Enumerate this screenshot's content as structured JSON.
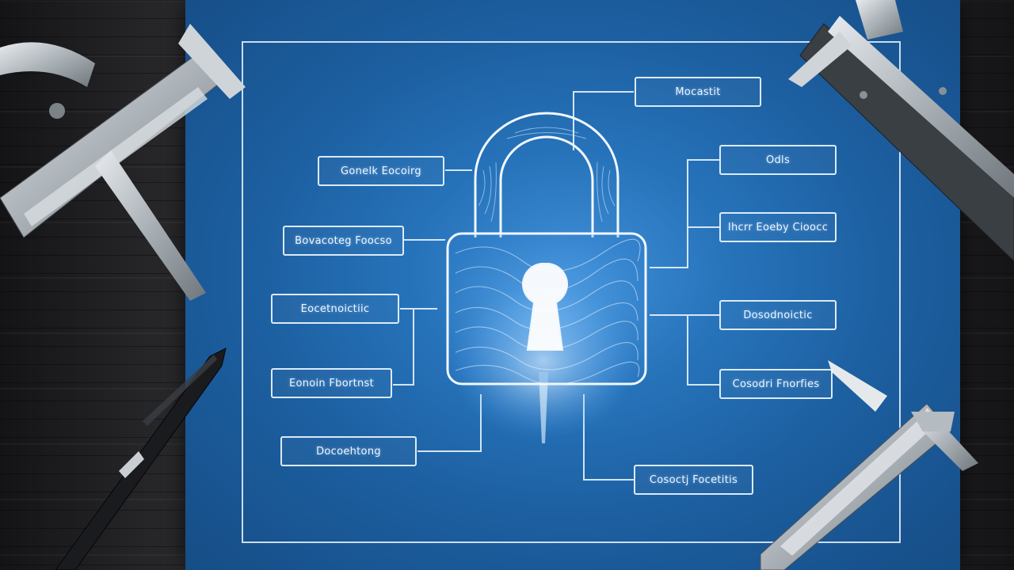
{
  "labels": [
    {
      "id": "l1",
      "text": "Mocastit"
    },
    {
      "id": "l2",
      "text": "Gonelk Eocoirg"
    },
    {
      "id": "l3",
      "text": "Odls"
    },
    {
      "id": "l4",
      "text": "Bovacoteg Foocso"
    },
    {
      "id": "l5",
      "text": "Ihcrr Eoeby Cioocc"
    },
    {
      "id": "l6",
      "text": "Eocetnoictiic"
    },
    {
      "id": "l7",
      "text": "Dosodnoictic"
    },
    {
      "id": "l8",
      "text": "Eonoin Fbortnst"
    },
    {
      "id": "l9",
      "text": "Cosodri Fnorfies"
    },
    {
      "id": "l10",
      "text": "Docoehtong"
    },
    {
      "id": "l11",
      "text": "Cosoctj Focetitis"
    }
  ],
  "colors": {
    "paper": "#2672b9",
    "line": "#eaf4ff",
    "glow": "#cfe8ff"
  }
}
